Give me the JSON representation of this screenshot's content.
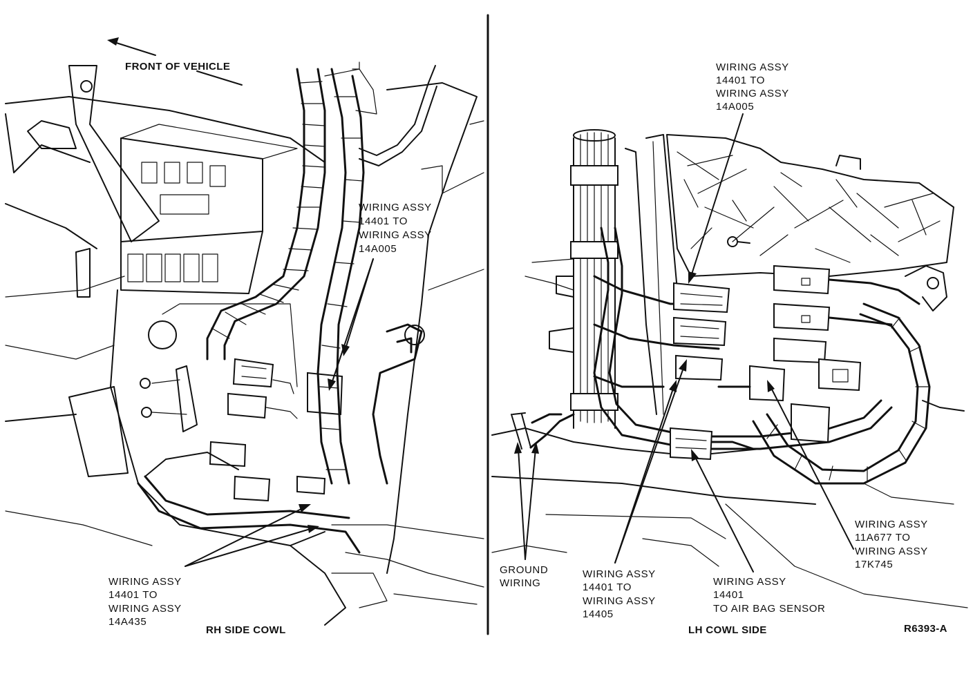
{
  "rh": {
    "front_label": "FRONT OF VEHICLE",
    "callout_a": [
      "WIRING ASSY",
      "14401 TO",
      "WIRING ASSY",
      "14A005"
    ],
    "callout_b": [
      "WIRING ASSY",
      "14401 TO",
      "WIRING ASSY",
      "14A435"
    ],
    "caption": "RH SIDE COWL"
  },
  "lh": {
    "callout_top": [
      "WIRING ASSY",
      "14401 TO",
      "WIRING ASSY",
      "14A005"
    ],
    "callout_ground": [
      "GROUND",
      "WIRING"
    ],
    "callout_14405": [
      "WIRING ASSY",
      "14401 TO",
      "WIRING ASSY",
      "14405"
    ],
    "callout_airbag": [
      "WIRING ASSY",
      "14401",
      "TO AIR BAG SENSOR"
    ],
    "callout_17k": [
      "WIRING ASSY",
      "11A677 TO",
      "WIRING ASSY",
      "17K745"
    ],
    "caption": "LH COWL SIDE"
  },
  "figure_id": "R6393-A"
}
